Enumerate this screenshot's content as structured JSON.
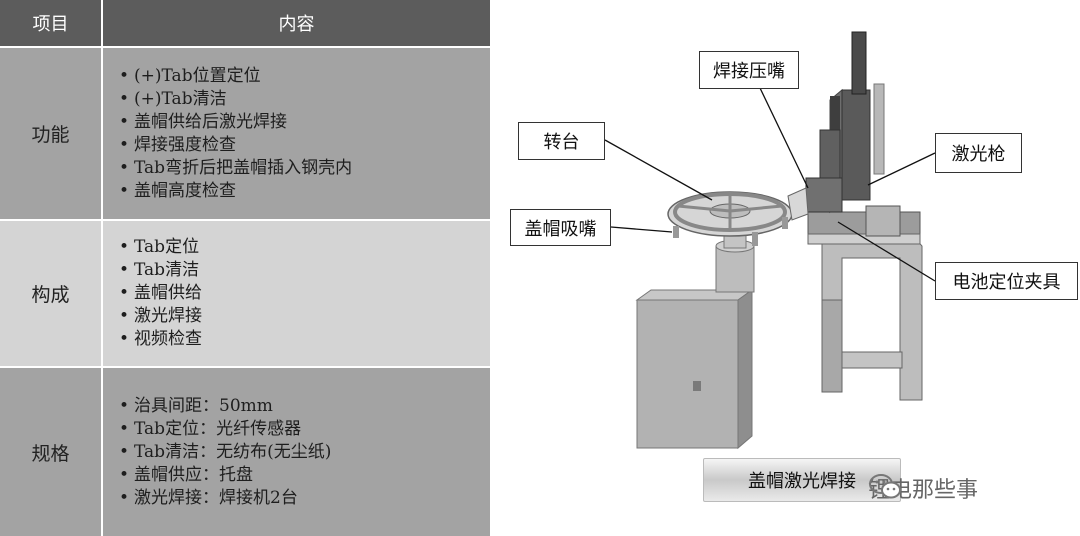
{
  "table": {
    "header": {
      "item": "项目",
      "content": "内容"
    },
    "rows": [
      {
        "label": "功能",
        "items": [
          "(+)Tab位置定位",
          "(+)Tab清洁",
          "盖帽供给后激光焊接",
          "焊接强度检查",
          "Tab弯折后把盖帽插入钢壳内",
          "盖帽高度检查"
        ]
      },
      {
        "label": "构成",
        "items": [
          "Tab定位",
          "Tab清洁",
          "盖帽供给",
          "激光焊接",
          "视频检查"
        ]
      },
      {
        "label": "规格",
        "items": [
          "治具间距：50mm",
          "Tab定位：光纤传感器",
          "Tab清洁：无纺布(无尘纸)",
          "盖帽供应：托盘",
          "激光焊接：焊接机2台"
        ]
      }
    ]
  },
  "diagram": {
    "callouts": {
      "weld_press_nozzle": "焊接压嘴",
      "turntable": "转台",
      "laser_gun": "激光枪",
      "cap_suction_nozzle": "盖帽吸嘴",
      "battery_fixture": "电池定位夹具"
    },
    "caption": "盖帽激光焊接",
    "watermark": {
      "icon": "wechat-icon",
      "text": "锂电那些事"
    }
  }
}
